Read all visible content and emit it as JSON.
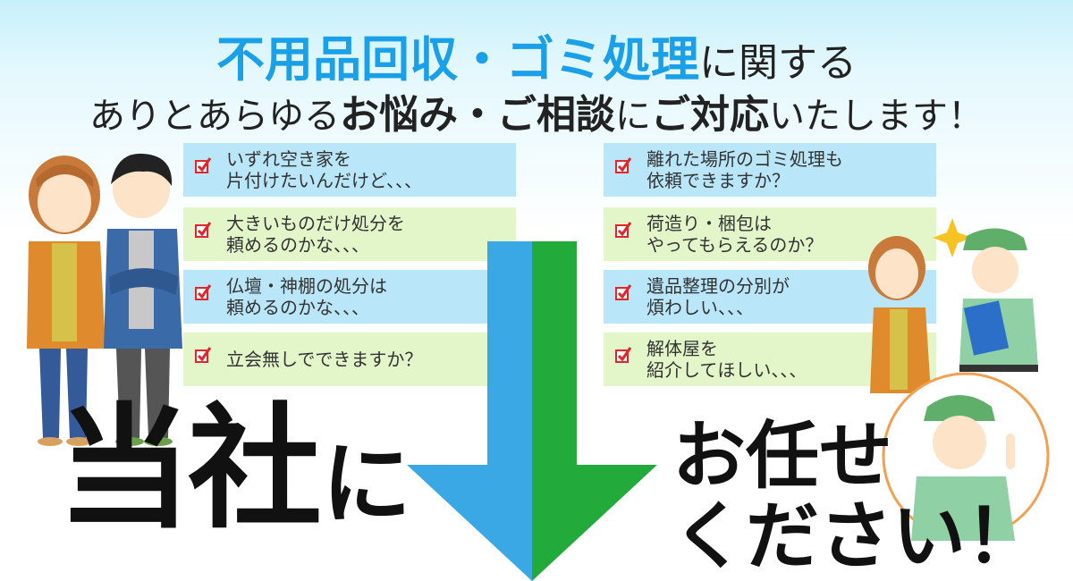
{
  "heading": {
    "line1_highlight": "不用品回収・ゴミ処理",
    "line1_rest": "に関する",
    "line2_a": "ありとあらゆる",
    "line2_b": "お悩み・ご相談",
    "line2_c": "に",
    "line2_d": "ご対応",
    "line2_e": "いたします！"
  },
  "left_questions": [
    "いずれ空き家を\n片付けたいんだけど、、、",
    "大きいものだけ処分を\n頼めるのかな、、、",
    "仏壇・神棚の処分は\n頼めるのかな、、、",
    "立会無しでできますか？"
  ],
  "right_questions": [
    "離れた場所のゴミ処理も\n依頼できますか？",
    "荷造り・梱包は\nやってもらえるのか？",
    "遺品整理の分別が\n煩わしい、、、",
    "解体屋を\n紹介してほしい、、、"
  ],
  "bottom": {
    "left_kanji": "当社",
    "left_particle": "に",
    "right_line1": "お任せ",
    "right_line2": "ください！"
  },
  "colors": {
    "accent_blue": "#1aa0e8",
    "card_blue": "#b9e6f9",
    "card_green": "#e3f6c9",
    "checkbox_red": "#e0252b",
    "arrow_blue": "#3aa8e4",
    "arrow_green": "#22aa3a"
  },
  "icons": [
    "checkbox-checked-icon",
    "down-arrow-icon",
    "sparkle-icon"
  ]
}
